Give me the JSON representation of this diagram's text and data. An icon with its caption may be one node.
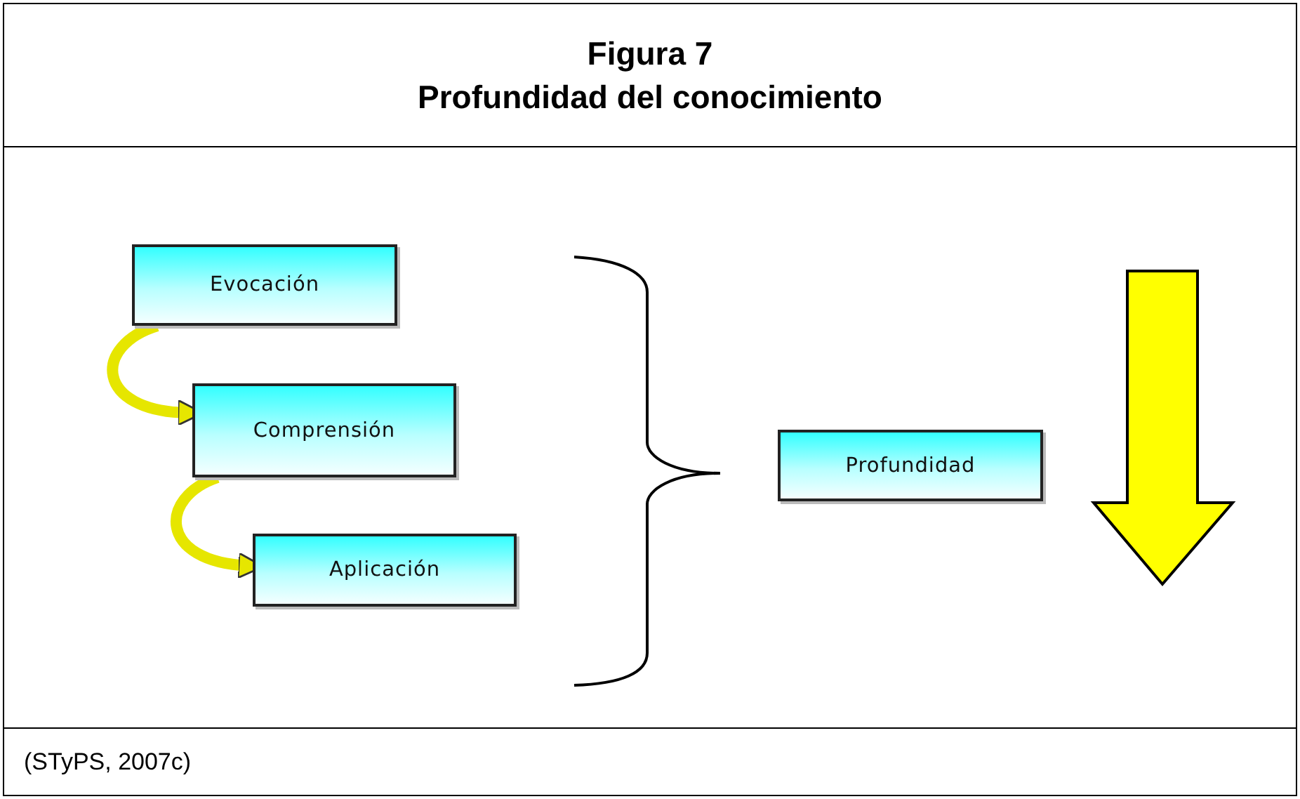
{
  "diagram": {
    "title": "Figura 7",
    "nodes": [
      {
        "text": [
          "Evocación"
        ]
      },
      {
        "text": [
          "Comprensión"
        ]
      },
      {
        "text": [
          "Aplicación"
        ]
      },
      {
        "text": [
          "Profundidad"
        ]
      }
    ],
    "edges": [
      {
        "from": 0,
        "to": 1,
        "arrow": "to"
      },
      {
        "from": 1,
        "to": 2,
        "arrow": "to"
      }
    ],
    "labels": [
      "Profundidad del conocimiento"
    ],
    "caption": "(STyPS, 2007c)"
  }
}
